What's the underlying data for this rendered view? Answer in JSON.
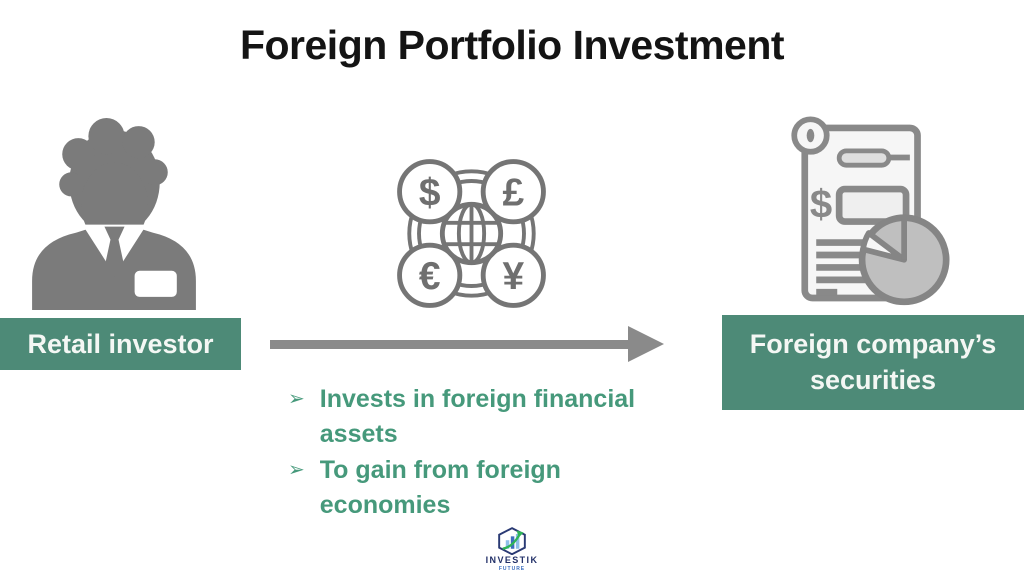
{
  "title": "Foreign Portfolio Investment",
  "left": {
    "icon": "retail-investor-person-icon",
    "label": "Retail investor"
  },
  "center": {
    "icon": "currency-exchange-globe-icon",
    "currency_top_left": "$",
    "currency_top_right": "£",
    "currency_bottom_left": "€",
    "currency_bottom_right": "¥"
  },
  "right": {
    "icon": "securities-document-pie-chart-icon",
    "document_dollar": "$",
    "label": "Foreign company’s\nsecurities"
  },
  "arrow": {
    "direction": "right",
    "color": "#8a8a8a"
  },
  "bullets": [
    {
      "glyph": "➢",
      "text": "Invests in foreign financial\nassets"
    },
    {
      "glyph": "➢",
      "text": "To gain from foreign\neconomies"
    }
  ],
  "logo": {
    "name": "INVESTIK",
    "tagline": "FUTURE"
  },
  "colors": {
    "green_box": "#4d8a77",
    "bullet_green": "#46997b",
    "icon_gray": "#7b7b7b",
    "outline_gray": "#757575",
    "arrow_gray": "#8a8a8a",
    "title_black": "#141414",
    "logo_navy": "#223068",
    "logo_green": "#2fb457",
    "logo_blue": "#3d6fbf"
  }
}
